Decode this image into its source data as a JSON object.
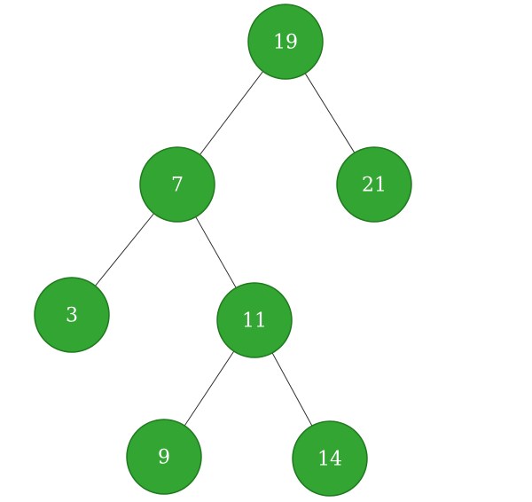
{
  "colors": {
    "node_fill": "#33a532",
    "edge": "#333333",
    "label": "#ffffff"
  },
  "tree": {
    "nodes": [
      {
        "id": "n19",
        "label": "19"
      },
      {
        "id": "n7",
        "label": "7"
      },
      {
        "id": "n21",
        "label": "21"
      },
      {
        "id": "n3",
        "label": "3"
      },
      {
        "id": "n11",
        "label": "11"
      },
      {
        "id": "n9",
        "label": "9"
      },
      {
        "id": "n14",
        "label": "14"
      }
    ],
    "edges": [
      {
        "from": "n19",
        "to": "n7"
      },
      {
        "from": "n19",
        "to": "n21"
      },
      {
        "from": "n7",
        "to": "n3"
      },
      {
        "from": "n7",
        "to": "n11"
      },
      {
        "from": "n11",
        "to": "n9"
      },
      {
        "from": "n11",
        "to": "n14"
      }
    ]
  }
}
